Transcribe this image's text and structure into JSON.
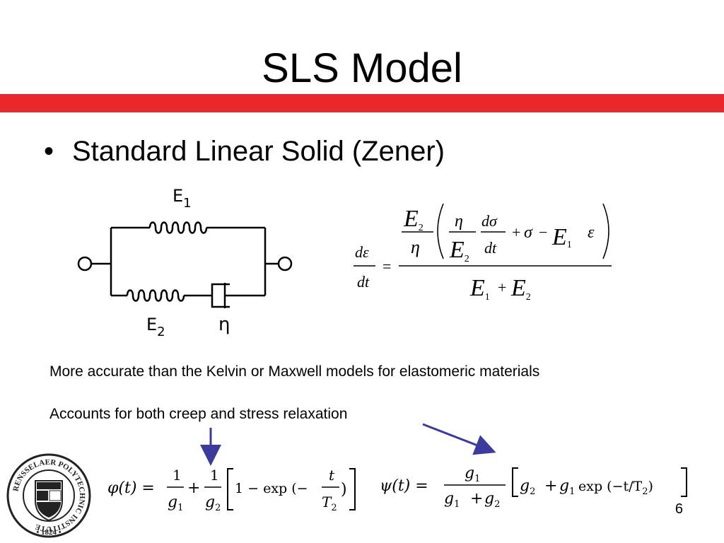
{
  "slide": {
    "title": "SLS Model",
    "bullet": "Standard Linear Solid (Zener)",
    "note_1": "More accurate than the Kelvin or Maxwell models for elastomeric materials",
    "note_2": "Accounts for both creep and stress relaxation",
    "page_number": "6"
  },
  "diagram": {
    "spring_top_label": "E",
    "spring_top_sub": "1",
    "spring_bottom_label": "E",
    "spring_bottom_sub": "2",
    "dashpot_label": "η"
  },
  "equation_main": {
    "lhs_numerator": "dε",
    "lhs_denominator": "dt",
    "equals": "=",
    "E": "E",
    "sub_1": "1",
    "sub_2": "2",
    "eta": "η",
    "dsigma": "dσ",
    "dt": "dt",
    "plus": "+",
    "minus": "−",
    "sigma": "σ",
    "epsilon": "ε"
  },
  "equation_phi": {
    "lhs": "φ(t) =",
    "one": "1",
    "g": "g",
    "sub_1": "1",
    "sub_2": "2",
    "plus": "+",
    "bracket_text": "1 − exp (−",
    "t": "t",
    "T": "T",
    "close": ")"
  },
  "equation_psi": {
    "lhs": "ψ(t) =",
    "g": "g",
    "sub_1": "1",
    "sub_2": "2",
    "plus": "+",
    "bracket_text": "exp (−t/T",
    "close": ")"
  },
  "logo": {
    "ring_text": "RENSSELAER POLYTECHNIC INSTITUTE",
    "year": "• 1824 •"
  },
  "colors": {
    "accent_bar": "#e8282b",
    "arrow": "#3b3b9e"
  }
}
